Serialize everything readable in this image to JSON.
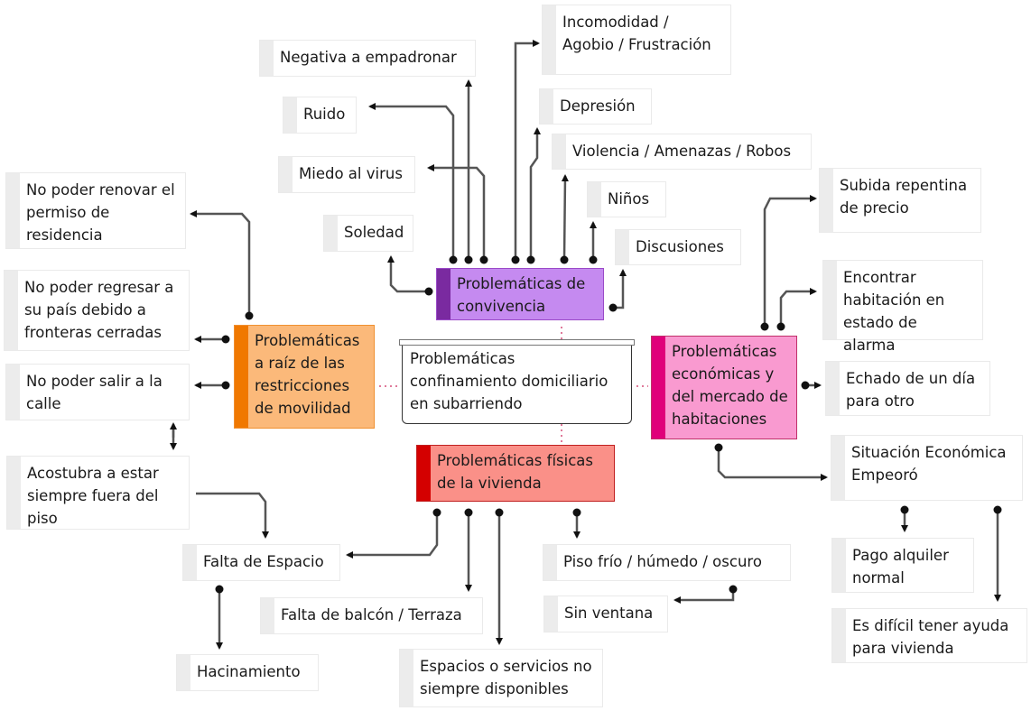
{
  "center": {
    "label": "Problemáticas confinamiento domiciliario en subarriendo"
  },
  "categories": {
    "convivencia": {
      "label": "Problemáticas de convivencia",
      "color": "#c58af0",
      "accent": "#7a2aa0"
    },
    "movilidad": {
      "label": "Problemáticas a raíz de las restricciones de movilidad",
      "color": "#fbb97a",
      "accent": "#f07800"
    },
    "economicas": {
      "label": "Problemáticas económicas y del mercado de habitaciones",
      "color": "#f99ad0",
      "accent": "#e0007a"
    },
    "fisicas": {
      "label": "Problemáticas físicas de la vivienda",
      "color": "#fa9088",
      "accent": "#d40000"
    }
  },
  "nodes": {
    "negativa": "Negativa a empadronar",
    "ruido": "Ruido",
    "miedo": "Miedo al virus",
    "soledad": "Soledad",
    "incomodidad": "Incomodidad / Agobio / Frustración",
    "depresion": "Depresión",
    "violencia": "Violencia / Amenazas / Robos",
    "ninos": "Niños",
    "discusiones": "Discusiones",
    "renovar": "No poder renovar el permiso de residencia",
    "regresar": "No poder regresar a su país debido a fronteras cerradas",
    "salir": "No poder salir a la calle",
    "acostumbra": "Acostubra a estar siempre fuera del piso",
    "subida": "Subida repentina de precio",
    "encontrar": "Encontrar habitación en estado de alarma",
    "echado": "Echado de un día para otro",
    "situacion": "Situación Económica Empeoró",
    "pago": "Pago alquiler normal",
    "ayuda": "Es difícil tener ayuda para vivienda",
    "espacio": "Falta de Espacio",
    "hacinamiento": "Hacinamiento",
    "balcon": "Falta de balcón / Terraza",
    "espacios": "Espacios o servicios no siempre disponibles",
    "frio": "Piso frío / húmedo / oscuro",
    "ventana": "Sin ventana"
  }
}
